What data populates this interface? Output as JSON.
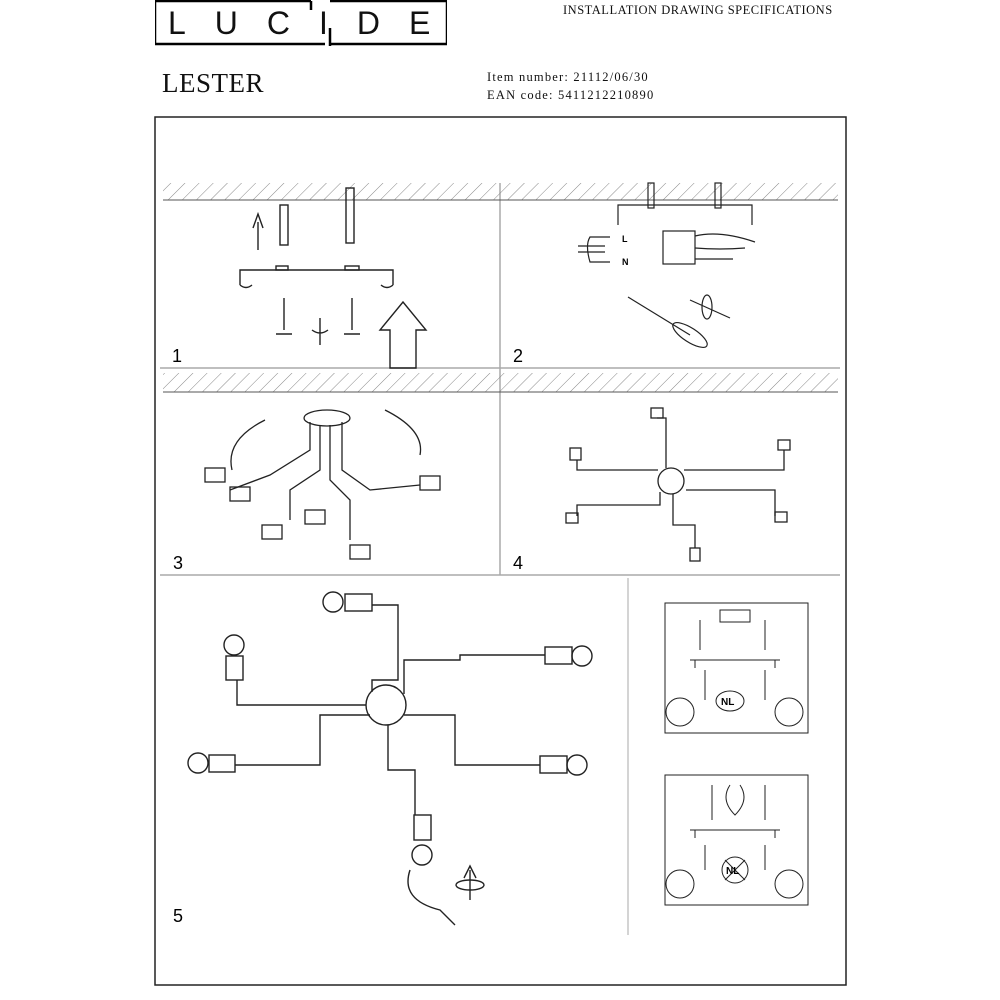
{
  "header": {
    "brand": "LUCIDE",
    "doc_title": "INSTALLATION DRAWING SPECIFICATIONS",
    "product_name": "LESTER",
    "item_number": "Item number: 21112/06/30",
    "ean_code": "EAN code: 5411212210890"
  },
  "steps": {
    "s1": "1",
    "s2": "2",
    "s3": "3",
    "s4": "4",
    "s5": "5"
  },
  "wiring": {
    "live": "L",
    "neutral": "N"
  },
  "side_boxes": {
    "nl_label_1": "NL",
    "nl_label_2": "NL"
  }
}
